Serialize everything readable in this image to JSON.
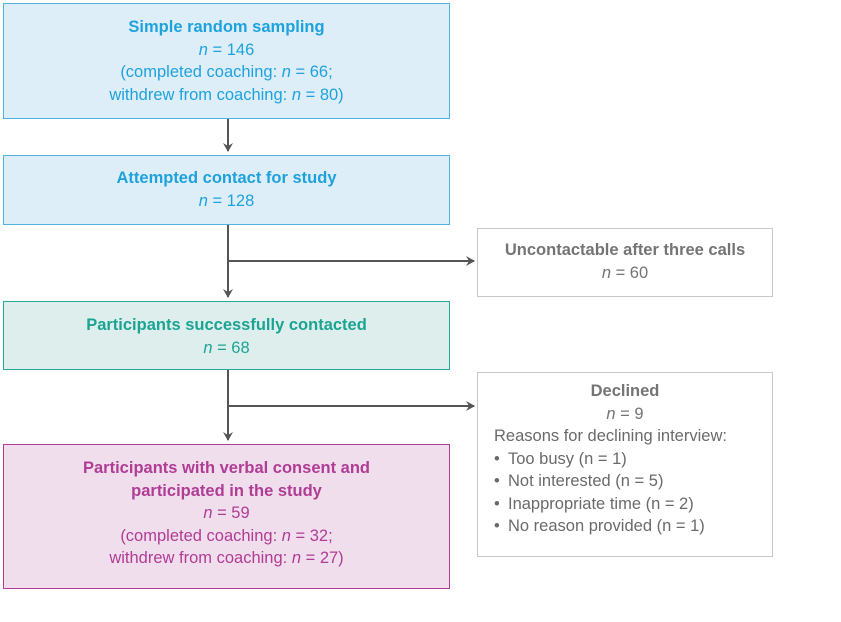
{
  "nodes": {
    "sampling": {
      "title": "Simple random sampling",
      "n_prefix": "n",
      "n_value": " = 146",
      "detail1_pre": "(completed coaching: ",
      "detail1_n": "n",
      "detail1_post": " = 66;",
      "detail2_pre": "withdrew from coaching: ",
      "detail2_n": "n",
      "detail2_post": " = 80)"
    },
    "attempted": {
      "title": "Attempted contact for study",
      "n_prefix": "n",
      "n_value": " = 128"
    },
    "uncontactable": {
      "title": "Uncontactable after three calls",
      "n_prefix": "n",
      "n_value": " = 60"
    },
    "contacted": {
      "title": "Participants successfully contacted",
      "n_prefix": "n",
      "n_value": " = 68"
    },
    "declined": {
      "title": "Declined",
      "n_prefix": "n",
      "n_value": " = 9",
      "reasons_heading": "Reasons for declining interview:",
      "reasons": [
        "Too busy (n = 1)",
        "Not interested (n = 5)",
        "Inappropriate time (n = 2)",
        "No reason provided (n = 1)"
      ]
    },
    "consent": {
      "title_line1": "Participants with verbal consent and",
      "title_line2": "participated in the study",
      "n_prefix": "n",
      "n_value": " = 59",
      "detail1_pre": "(completed coaching: ",
      "detail1_n": "n",
      "detail1_post": " = 32;",
      "detail2_pre": "withdrew from coaching: ",
      "detail2_n": "n",
      "detail2_post": " = 27)"
    }
  },
  "bullet_symbol": "•",
  "colors": {
    "blue_text": "#1ea2dc",
    "teal_text": "#1ba493",
    "magenta_text": "#b03c94",
    "gray_text": "#747474",
    "arrow": "#555555"
  }
}
